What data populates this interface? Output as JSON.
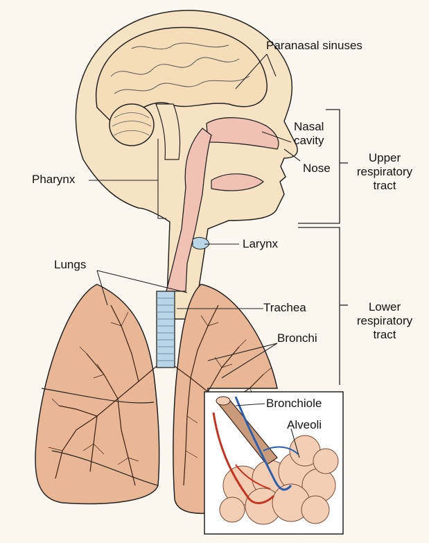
{
  "labels": {
    "paranasal_sinuses": "Paranasal sinuses",
    "nasal_cavity": [
      "Nasal",
      "cavity"
    ],
    "nose": "Nose",
    "pharynx": "Pharynx",
    "upper_tract": [
      "Upper",
      "respiratory",
      "tract"
    ],
    "larynx": "Larynx",
    "lungs": "Lungs",
    "trachea": "Trachea",
    "bronchi": "Bronchi",
    "lower_tract": [
      "Lower",
      "respiratory",
      "tract"
    ],
    "bronchiole": "Bronchiole",
    "alveoli": "Alveoli"
  },
  "colors": {
    "skin": "#f6e3c4",
    "brain": "#f4ddb8",
    "airway_pink": "#f1c2b4",
    "lung_fill": "#e9b796",
    "trachea_blue": "#b9d6e6",
    "vein_blue": "#2a5fb0",
    "artery_red": "#c8321f",
    "alveoli_fill": "#f2cfb4",
    "line": "#222222"
  }
}
